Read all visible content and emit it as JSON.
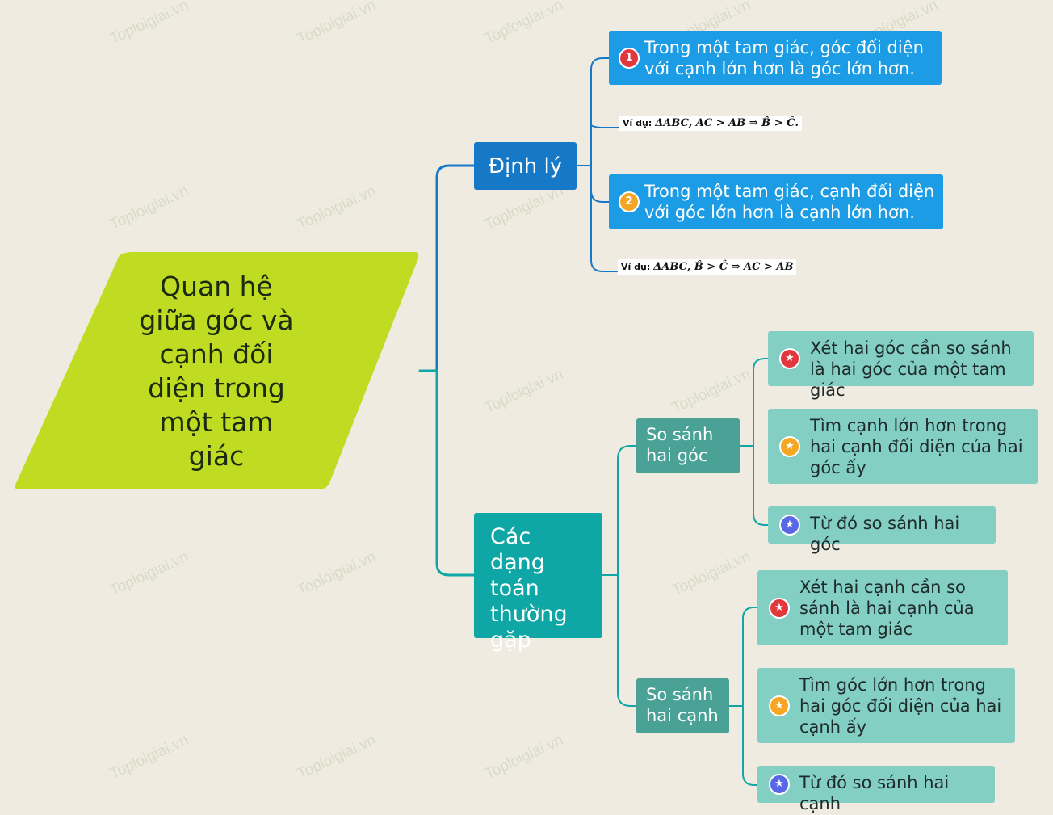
{
  "root": {
    "title": "Quan hệ giữa góc và cạnh đối diện trong một tam giác"
  },
  "branches": {
    "dinh_ly": {
      "label": "Định lý",
      "theorem1": {
        "badge": "1",
        "text": "Trong một tam giác, góc đối diện với cạnh lớn hơn là góc lớn hơn."
      },
      "example1": {
        "label": "Ví dụ:",
        "formula": "ΔABC, AC > AB ⇒ B̂ > Ĉ."
      },
      "theorem2": {
        "badge": "2",
        "text": "Trong một tam giác, cạnh đối diện với góc lớn hơn là cạnh lớn hơn."
      },
      "example2": {
        "label": "Ví dụ:",
        "formula": "ΔABC, B̂ > Ĉ ⇒ AC > AB"
      }
    },
    "cac_dang": {
      "label": "Các dạng toán thường gặp",
      "so_sanh_goc": {
        "label": "So sánh hai góc",
        "steps": [
          {
            "icon": "star-red-icon",
            "text": "Xét hai góc cần so sánh là hai góc của một tam giác"
          },
          {
            "icon": "star-yellow-icon",
            "text": "Tìm cạnh lớn hơn trong hai cạnh đối diện của hai góc ấy"
          },
          {
            "icon": "star-purple-icon",
            "text": "Từ đó so sánh hai góc"
          }
        ]
      },
      "so_sanh_canh": {
        "label": "So sánh hai cạnh",
        "steps": [
          {
            "icon": "star-red-icon",
            "text": "Xét hai cạnh cần so sánh là hai cạnh của một tam giác"
          },
          {
            "icon": "star-yellow-icon",
            "text": "Tìm góc lớn hơn trong hai góc đối diện của hai cạnh ấy"
          },
          {
            "icon": "star-purple-icon",
            "text": "Từ đó so sánh hai cạnh"
          }
        ]
      }
    }
  },
  "watermark": "Toploigiai.vn",
  "colors": {
    "root": "#bfdc22",
    "dinh_ly": "#1679c8",
    "cac_dang": "#0fa7a5",
    "sub": "#4aa296",
    "leaf_blue": "#1b9ce4",
    "leaf_teal": "#84cfc4"
  }
}
